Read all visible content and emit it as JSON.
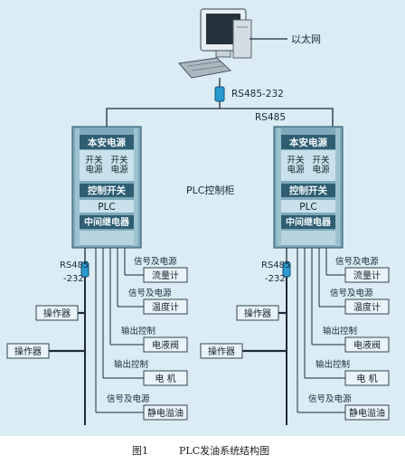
{
  "network": {
    "ethernet_label": "以太网",
    "converter_top_label": "RS485-232",
    "bus_label": "RS485"
  },
  "cabinet_title": "PLC控制柜",
  "cabinet": {
    "intrinsic_psu": "本安电源",
    "switch_psu": "开关\n电源",
    "control_switch": "控制开关",
    "plc": "PLC",
    "relay": "中间继电器"
  },
  "left_converter_label": "RS485\n-232",
  "right_converter_label": "RS485\n-232",
  "operators": [
    "操作器",
    "操作器"
  ],
  "field_devices": [
    {
      "signal": "信号及电源",
      "device": "流量计"
    },
    {
      "signal": "信号及电源",
      "device": "温度计"
    },
    {
      "signal": "输出控制",
      "device": "电液阀"
    },
    {
      "signal": "输出控制",
      "device": "电 机"
    },
    {
      "signal": "信号及电源",
      "device": "静电溢油"
    }
  ],
  "caption": {
    "figure_no": "图1",
    "title": "PLC发油系统结构图"
  },
  "colors": {
    "background": "#dbecf4",
    "cabinet_frame": "#7ea9bb",
    "cabinet_band": "#2f5e73",
    "cabinet_panel": "#c9e1ea",
    "device_box": "#e9f3f8",
    "bus_dark": "#1e2b38",
    "converter": "#2a9ad0"
  }
}
